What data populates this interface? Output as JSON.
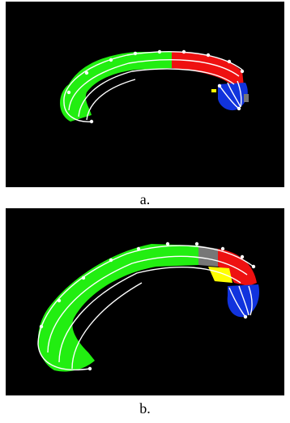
{
  "figure": {
    "panels": [
      {
        "caption": "a.",
        "regions": [
          "green",
          "red",
          "blue",
          "yellow",
          "gray"
        ]
      },
      {
        "caption": "b.",
        "regions": [
          "green",
          "red",
          "blue",
          "yellow",
          "gray"
        ]
      }
    ],
    "colors": {
      "background": "#000000",
      "green": "#22ee11",
      "red": "#ee1111",
      "blue": "#1133dd",
      "yellow": "#ffff00",
      "gray": "#777777",
      "mesh": "#ffffff"
    }
  }
}
